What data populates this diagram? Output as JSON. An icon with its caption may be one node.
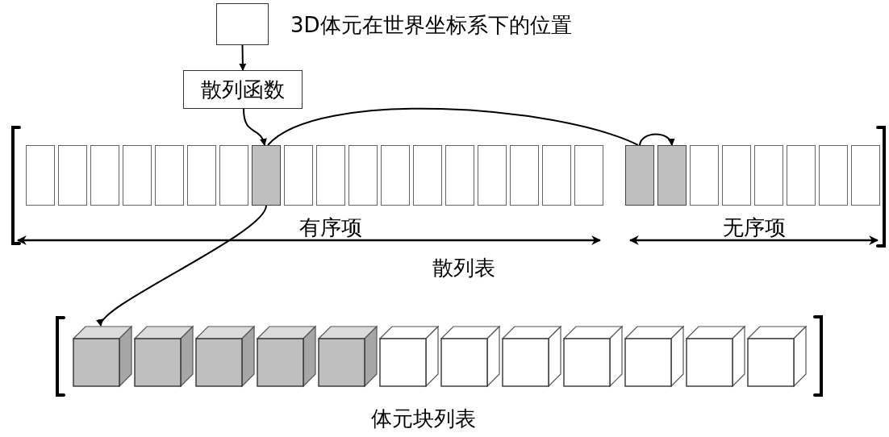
{
  "diagram": {
    "nodes": [
      {
        "text": [],
        "shape": "box",
        "beside": [
          "3D体元在世界坐标系下的位置"
        ]
      },
      {
        "text": [
          "散列函数"
        ]
      },
      {
        "text": [],
        "shape": "box"
      },
      {
        "text": [],
        "shape": "box"
      },
      {
        "text": [],
        "shape": "box"
      },
      {
        "text": [],
        "shape": "box"
      },
      {
        "text": [],
        "shape": "box"
      },
      {
        "text": [],
        "shape": "box"
      },
      {
        "text": [],
        "shape": "box"
      },
      {
        "text": [],
        "shape": "box"
      },
      {
        "text": [],
        "shape": "box"
      },
      {
        "text": [],
        "shape": "box"
      },
      {
        "text": [],
        "shape": "box"
      },
      {
        "text": [],
        "shape": "box"
      },
      {
        "text": [],
        "shape": "box"
      },
      {
        "text": [],
        "shape": "box"
      },
      {
        "text": [],
        "shape": "box"
      },
      {
        "text": [],
        "shape": "box"
      },
      {
        "text": [],
        "shape": "box"
      },
      {
        "text": [],
        "shape": "box"
      },
      {
        "text": [],
        "shape": "box"
      },
      {
        "text": [],
        "shape": "box"
      },
      {
        "text": [],
        "shape": "box"
      },
      {
        "text": [],
        "shape": "box"
      },
      {
        "text": [],
        "shape": "box"
      },
      {
        "text": [],
        "shape": "box"
      },
      {
        "text": [],
        "shape": "box"
      },
      {
        "text": [],
        "shape": "box"
      },
      {
        "text": [],
        "shape": "cube"
      },
      {
        "text": [],
        "shape": "cube"
      },
      {
        "text": [],
        "shape": "cube"
      },
      {
        "text": [],
        "shape": "cube"
      },
      {
        "text": [],
        "shape": "cube"
      },
      {
        "text": [],
        "shape": "cube"
      },
      {
        "text": [],
        "shape": "cube"
      },
      {
        "text": [],
        "shape": "cube"
      },
      {
        "text": [],
        "shape": "cube"
      },
      {
        "text": [],
        "shape": "cube"
      },
      {
        "text": [],
        "shape": "cube"
      },
      {
        "text": [],
        "shape": "cube"
      }
    ],
    "edges": [
      {
        "from": 0,
        "to": 1,
        "arrow": "to"
      },
      {
        "from": 1,
        "to": 9,
        "arrow": "to"
      },
      {
        "from": 9,
        "to": 20,
        "arrow": "none"
      },
      {
        "from": 20,
        "to": 21,
        "arrow": "to"
      },
      {
        "from": 9,
        "to": 28,
        "arrow": "to"
      }
    ],
    "labels": [
      "有序项",
      "无序项",
      "散列表",
      "体元块列表"
    ]
  }
}
